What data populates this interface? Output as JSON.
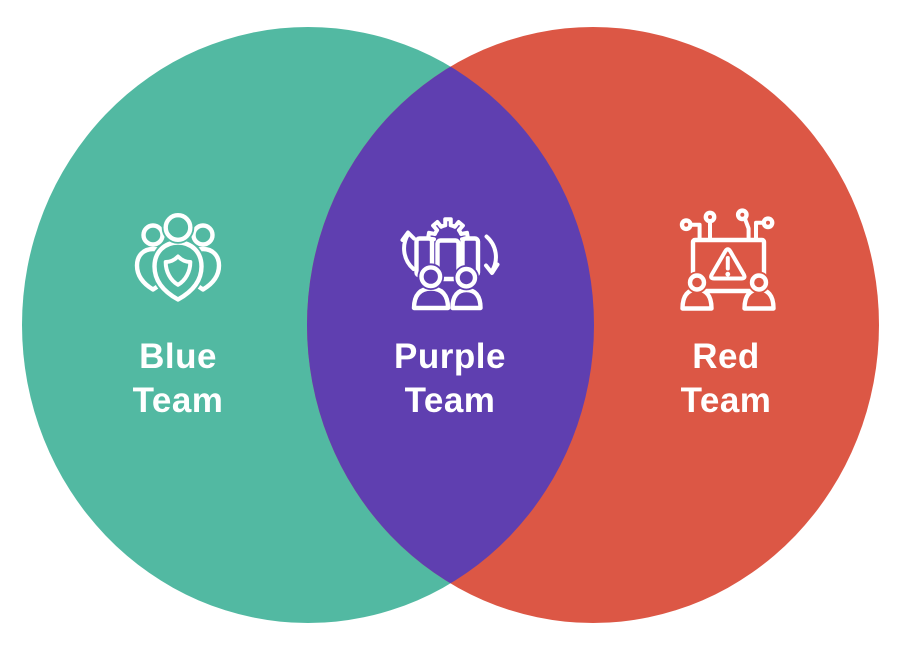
{
  "diagram": {
    "type": "venn",
    "background_color": "#ffffff",
    "label_color": "#ffffff",
    "icon_stroke_color": "#ffffff",
    "regions": [
      {
        "id": "blue-team",
        "label": "Blue Team",
        "label_line1": "Blue",
        "label_line2": "Team",
        "color": "#52B9A2",
        "icon": "people-with-shield-icon"
      },
      {
        "id": "purple-team",
        "label": "Purple Team",
        "label_line1": "Purple",
        "label_line2": "Team",
        "color": "#5F3FB0",
        "icon": "people-gear-sync-icon"
      },
      {
        "id": "red-team",
        "label": "Red Team",
        "label_line1": "Red",
        "label_line2": "Team",
        "color": "#DC5745",
        "icon": "alert-board-circuit-icon"
      }
    ]
  }
}
